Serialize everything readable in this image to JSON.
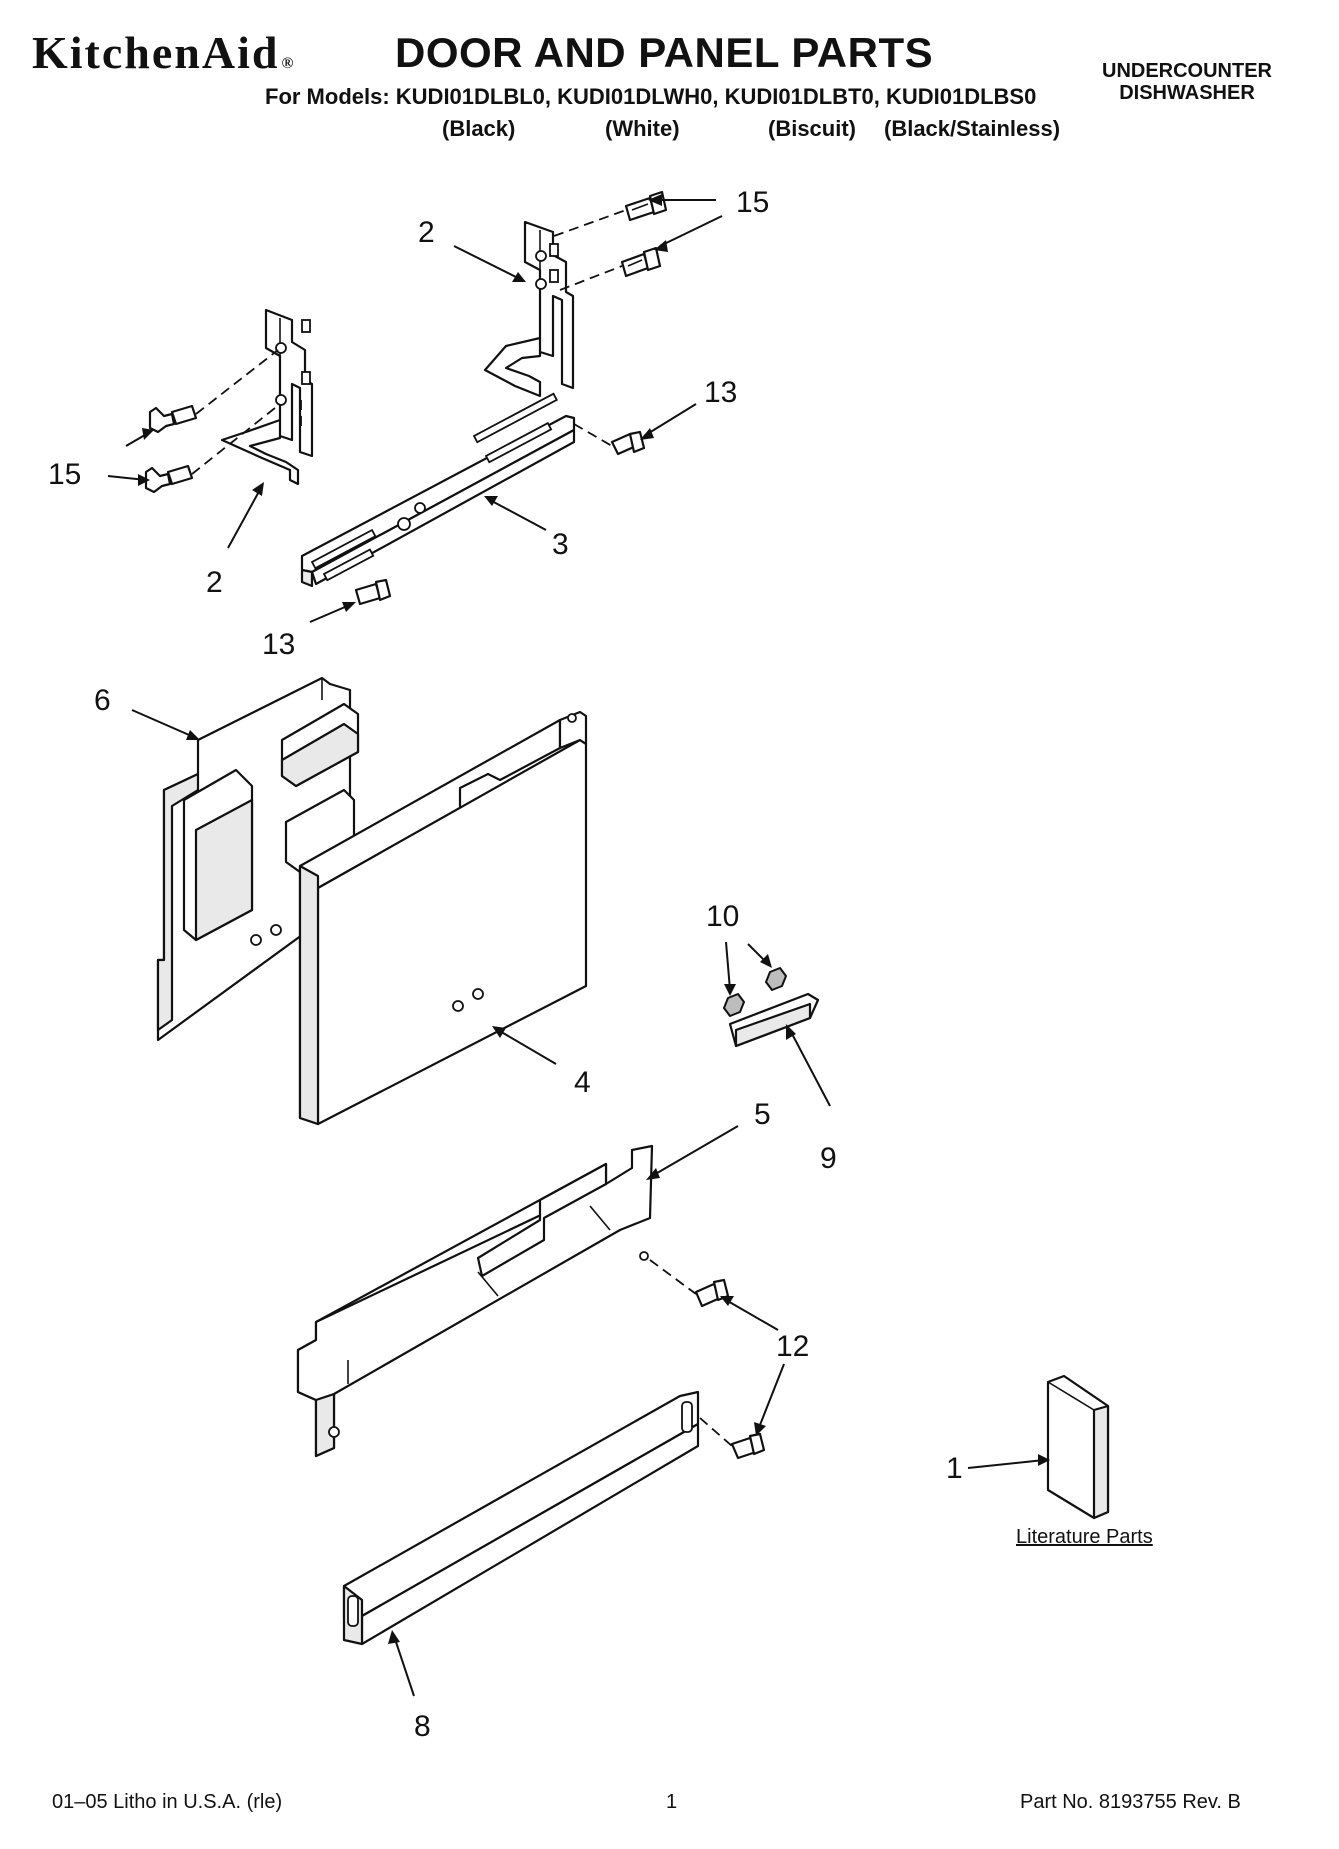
{
  "header": {
    "brand": "KitchenAid",
    "brand_mark": "®",
    "title": "DOOR AND PANEL PARTS",
    "models_line": "For Models: KUDI01DLBL0, KUDI01DLWH0, KUDI01DLBT0, KUDI01DLBS0",
    "variants": [
      "(Black)",
      "(White)",
      "(Biscuit)",
      "(Black/Stainless)"
    ],
    "appliance_line1": "UNDERCOUNTER",
    "appliance_line2": "DISHWASHER"
  },
  "callouts": {
    "c15_top": "15",
    "c2_top": "2",
    "c13_right": "13",
    "c15_left": "15",
    "c2_left": "2",
    "c3": "3",
    "c13_left": "13",
    "c6": "6",
    "c4": "4",
    "c10": "10",
    "c9": "9",
    "c5": "5",
    "c12": "12",
    "c1": "1",
    "c8": "8"
  },
  "literature_caption": "Literature Parts",
  "footer": {
    "left": "01–05 Litho in U.S.A. (rle)",
    "center": "1",
    "right": "Part No. 8193755 Rev. B"
  }
}
